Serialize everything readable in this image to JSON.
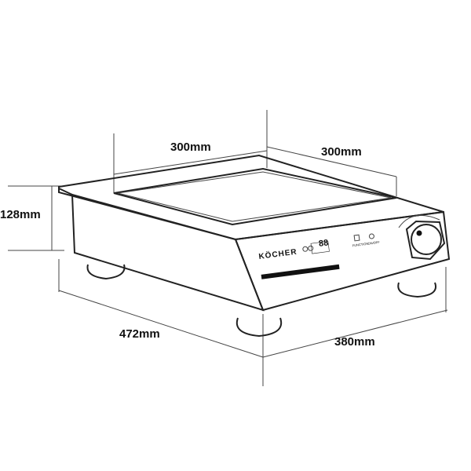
{
  "dimensions": {
    "top_width": "300mm",
    "top_depth": "300mm",
    "height": "128mm",
    "overall_width": "472mm",
    "overall_depth": "380mm"
  },
  "panel": {
    "brand": "KÖCHER",
    "display": "88",
    "function_label": "FUNCTION",
    "power_label": "ON/OFF"
  }
}
